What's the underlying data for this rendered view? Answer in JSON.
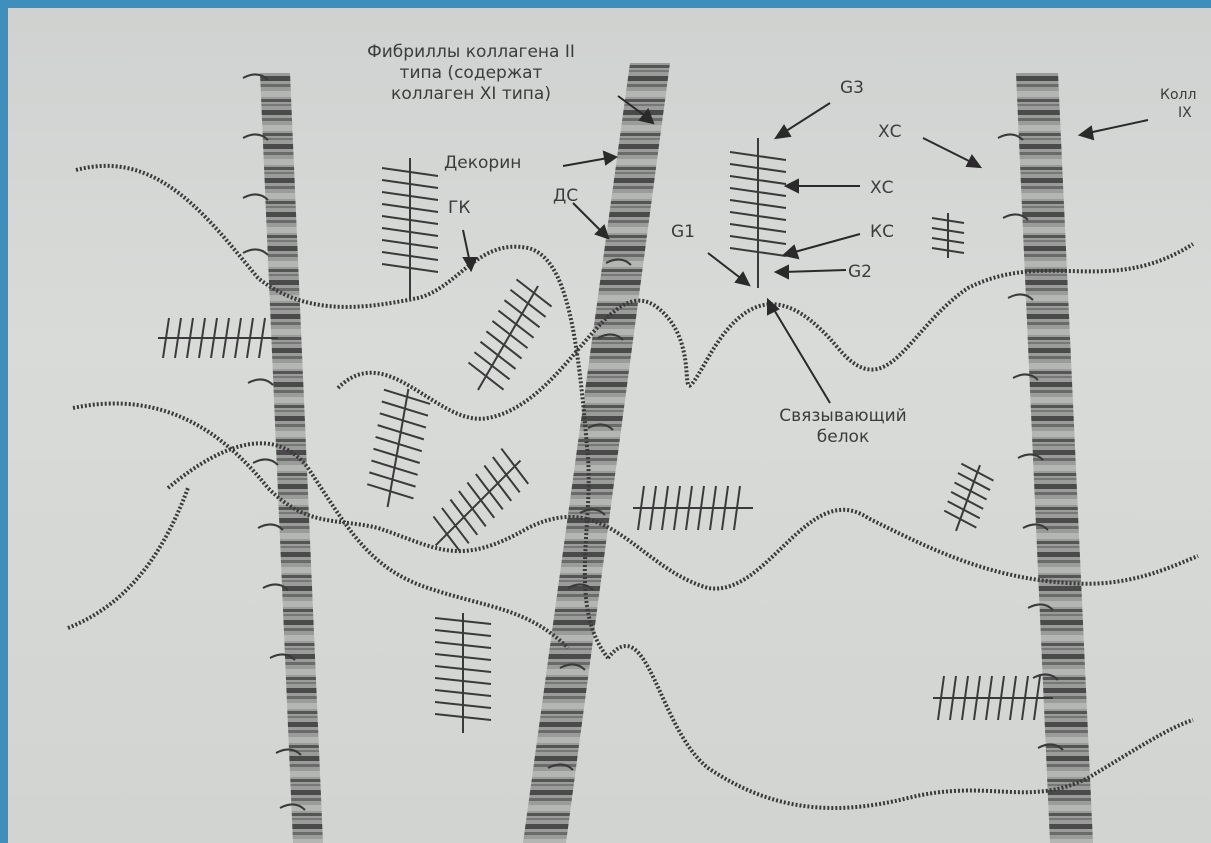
{
  "labels": {
    "fibrils": [
      "Фибриллы коллагена II",
      "типа (содержат",
      "коллаген XI типа)"
    ],
    "decorin": "Декорин",
    "hk": "ГК",
    "ds": "ДС",
    "g1": "G1",
    "g2": "G2",
    "g3": "G3",
    "xs_top": "ХС",
    "xs_mid": "ХС",
    "xs_right": "ХС",
    "ks": "КС",
    "link_protein": [
      "Связывающий",
      "белок"
    ],
    "collagen_ix": [
      "Колл",
      "IX"
    ]
  },
  "colors": {
    "frame": "#3f8fbd",
    "paper": "#d5d7d5",
    "ink": "#3a3a3a",
    "fibril": "#8d8f8d"
  }
}
